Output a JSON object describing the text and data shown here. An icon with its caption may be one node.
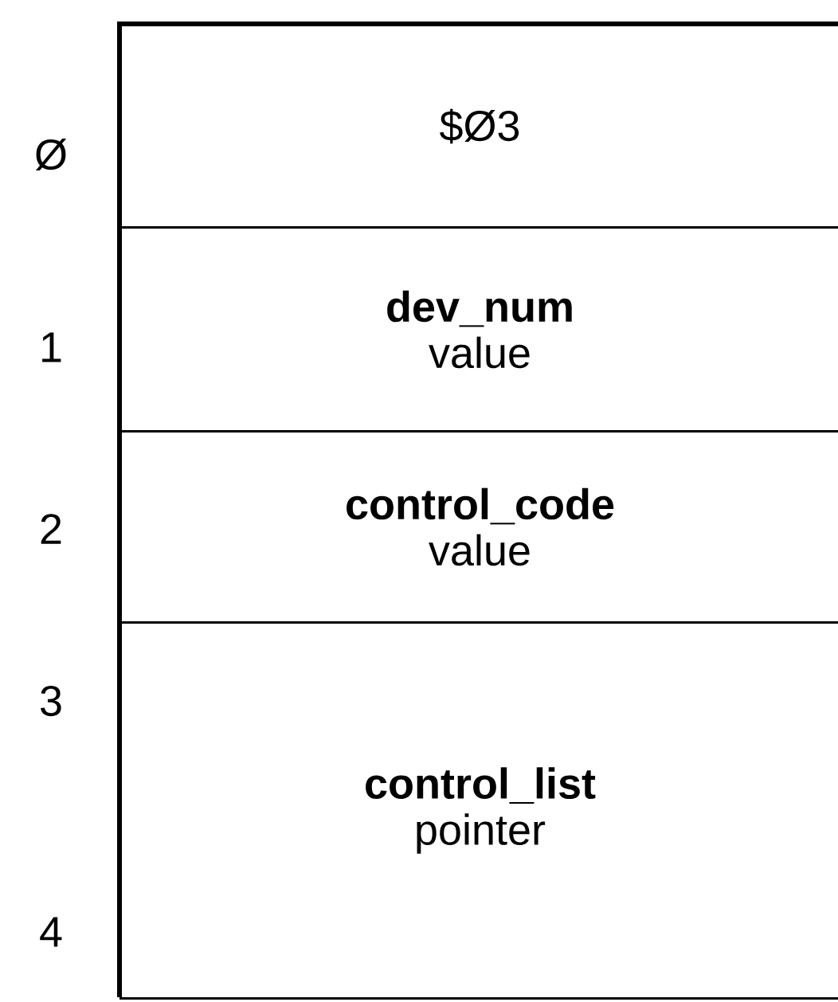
{
  "diagram": {
    "nodes": [
      {
        "text": [
          "$Ø3"
        ]
      },
      {
        "text": [
          "dev_num",
          "value"
        ]
      },
      {
        "text": [
          "control_code",
          "value"
        ]
      },
      {
        "text": [
          "control_list",
          "pointer"
        ]
      }
    ],
    "labels": [
      "Ø",
      "1",
      "2",
      "3",
      "4"
    ]
  }
}
